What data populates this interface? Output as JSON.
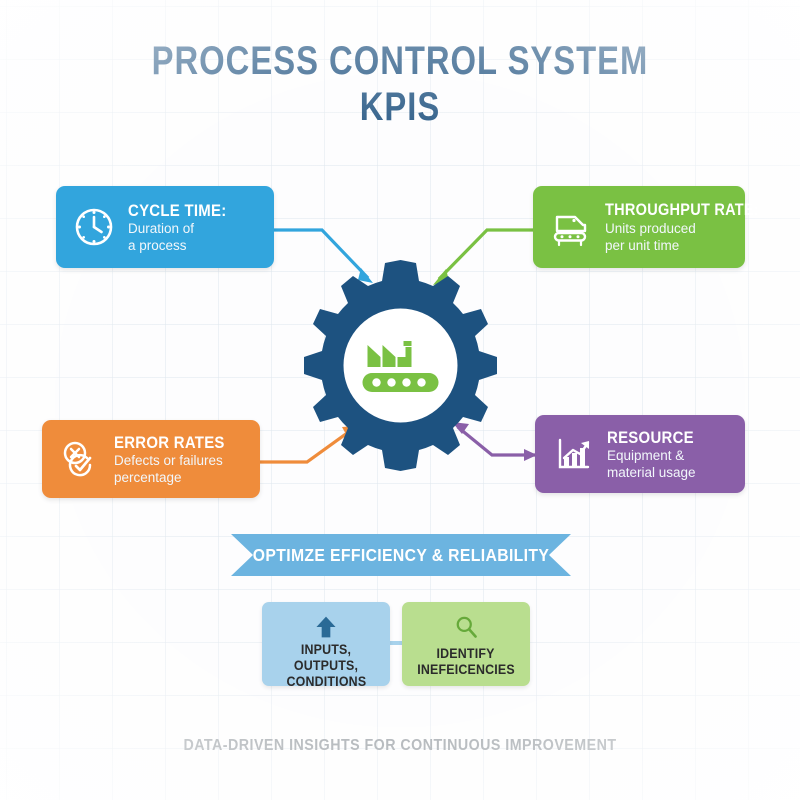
{
  "title": {
    "line1": "PROCESS CONTROL  SYSTEM",
    "line2": "KPIS"
  },
  "colors": {
    "title": "#1f5280",
    "gear": "#1d5280",
    "cycle_time": "#32a5dd",
    "throughput": "#7ac143",
    "error_rates": "#ef8c3b",
    "resource": "#8a5fa8",
    "banner": "#6cb4e0",
    "box_inputs": "#a8d2ec",
    "box_identify": "#b9de8f",
    "footer_text": "#9aa0a5",
    "background": "#fdfdfe"
  },
  "cards": [
    {
      "id": "cycle-time",
      "icon": "clock-icon",
      "title": "CYCLE TIME:",
      "desc_line1": "Duration of",
      "desc_line2": "a process",
      "color": "#32a5dd"
    },
    {
      "id": "throughput",
      "icon": "conveyor-truck-icon",
      "title": "THROUGHPUT RATE:",
      "desc_line1": "Units produced",
      "desc_line2": "per unit time",
      "color": "#7ac143"
    },
    {
      "id": "error-rates",
      "icon": "cross-check-circles-icon",
      "title": "ERROR RATES",
      "desc_line1": "Defects or failures",
      "desc_line2": "percentage",
      "color": "#ef8c3b"
    },
    {
      "id": "resource",
      "icon": "bar-chart-growth-icon",
      "title": "RESOURCE",
      "desc_line1": "Equipment &",
      "desc_line2": "material usage",
      "color": "#8a5fa8"
    }
  ],
  "center": {
    "icon": "factory-conveyor-icon",
    "gear_teeth": 10
  },
  "banner": {
    "label": "OPTIMZE EFFICIENCY & RELIABILITY"
  },
  "bottom_boxes": [
    {
      "id": "inputs",
      "icon": "up-arrow-icon",
      "label_line1": "INPUTS, OUTPUTS,",
      "label_line2": "CONDITIONS",
      "color": "#a8d2ec"
    },
    {
      "id": "identify",
      "icon": "magnifier-icon",
      "label_line1": "IDENTIFY",
      "label_line2": "INEFEICENCIES",
      "color": "#b9de8f"
    }
  ],
  "footer": {
    "text": "DATA-DRIVEN INSIGHTS FOR CONTINUOUS IMPROVEMENT"
  }
}
